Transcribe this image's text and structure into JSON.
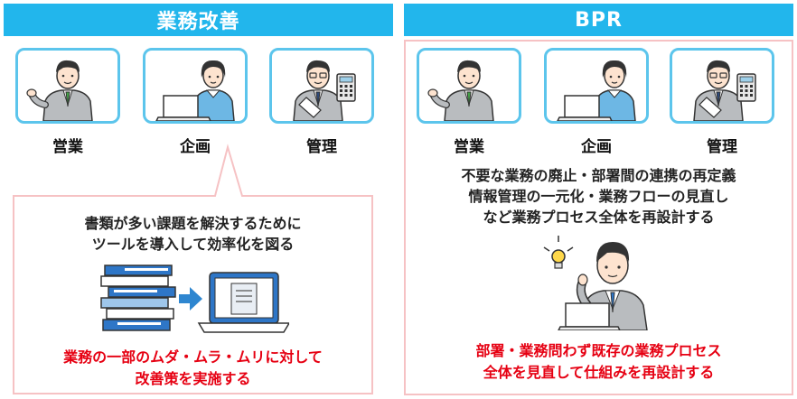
{
  "left": {
    "title": "業務改善",
    "roles": [
      "営業",
      "企画",
      "管理"
    ],
    "description": [
      "書類が多い課題を解決するために",
      "ツールを導入して効率化を図る"
    ],
    "result": [
      "業務の一部のムダ・ムラ・ムリに対して",
      "改善策を実施する"
    ]
  },
  "right": {
    "title": "BPR",
    "roles": [
      "営業",
      "企画",
      "管理"
    ],
    "description": [
      "不要な業務の廃止・部署間の連携の再定義",
      "情報管理の一元化・業務フローの見直し",
      "など業務プロセス全体を再設計する"
    ],
    "result": [
      "部署・業務問わず既存の業務プロセス",
      "全体を見直して仕組みを再設計する"
    ]
  },
  "colors": {
    "header": "#22b6ec",
    "card_border": "#5cc5ec",
    "panel_border": "#f6c2c4",
    "result_text": "#e60012"
  },
  "icons": [
    "salesperson-icon",
    "planner-laptop-icon",
    "manager-calculator-icon",
    "document-stack-icon",
    "arrow-right-icon",
    "laptop-document-icon",
    "lightbulb-icon",
    "thinking-person-laptop-icon"
  ]
}
